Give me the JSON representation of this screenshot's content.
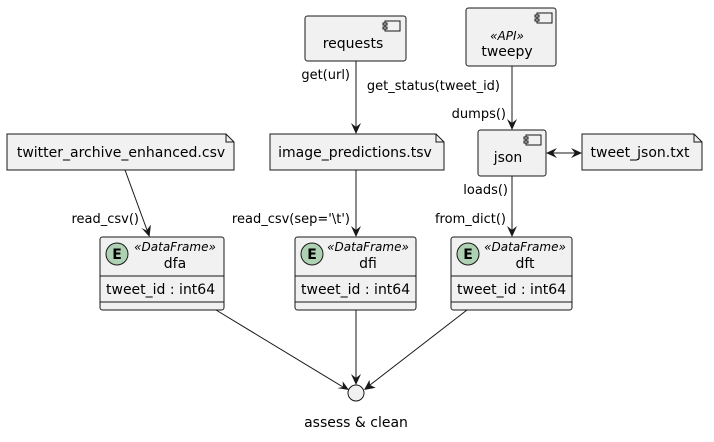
{
  "colors": {
    "node_fill": "#F1F1F1",
    "stroke": "#181818",
    "entity_badge": "#ADD1B2",
    "entity_badge_stroke": "#A80036"
  },
  "components": {
    "requests": {
      "name": "requests",
      "icon": "component-icon"
    },
    "tweepy": {
      "name": "tweepy",
      "stereotype": "«API»",
      "icon": "component-icon"
    },
    "json": {
      "name": "json",
      "icon": "component-icon"
    }
  },
  "files": {
    "twitter_archive": {
      "name": "twitter_archive_enhanced.csv",
      "icon": "file-icon"
    },
    "image_predictions": {
      "name": "image_predictions.tsv",
      "icon": "file-icon"
    },
    "tweet_json": {
      "name": "tweet_json.txt",
      "icon": "file-icon"
    }
  },
  "entities": {
    "dfa": {
      "badge": "E",
      "name": "dfa",
      "stereotype": "«DataFrame»",
      "field": "tweet_id : int64"
    },
    "dfi": {
      "badge": "E",
      "name": "dfi",
      "stereotype": "«DataFrame»",
      "field": "tweet_id : int64"
    },
    "dft": {
      "badge": "E",
      "name": "dft",
      "stereotype": "«DataFrame»",
      "field": "tweet_id : int64"
    }
  },
  "edges": {
    "requests_to_image": {
      "from": "requests",
      "label": "get(url)"
    },
    "tweepy_to_json": {
      "source_label": "get_status(tweet_id)",
      "target_label": "dumps()"
    },
    "archive_to_dfa": {
      "label": "read_csv()"
    },
    "image_to_dfi": {
      "label": "read_csv(sep='\\t')"
    },
    "json_to_dft": {
      "source_label": "loads()",
      "target_label": "from_dict()"
    },
    "json_tweetjson": {
      "bidirectional": true
    }
  },
  "interface": {
    "name": "assess & clean"
  }
}
